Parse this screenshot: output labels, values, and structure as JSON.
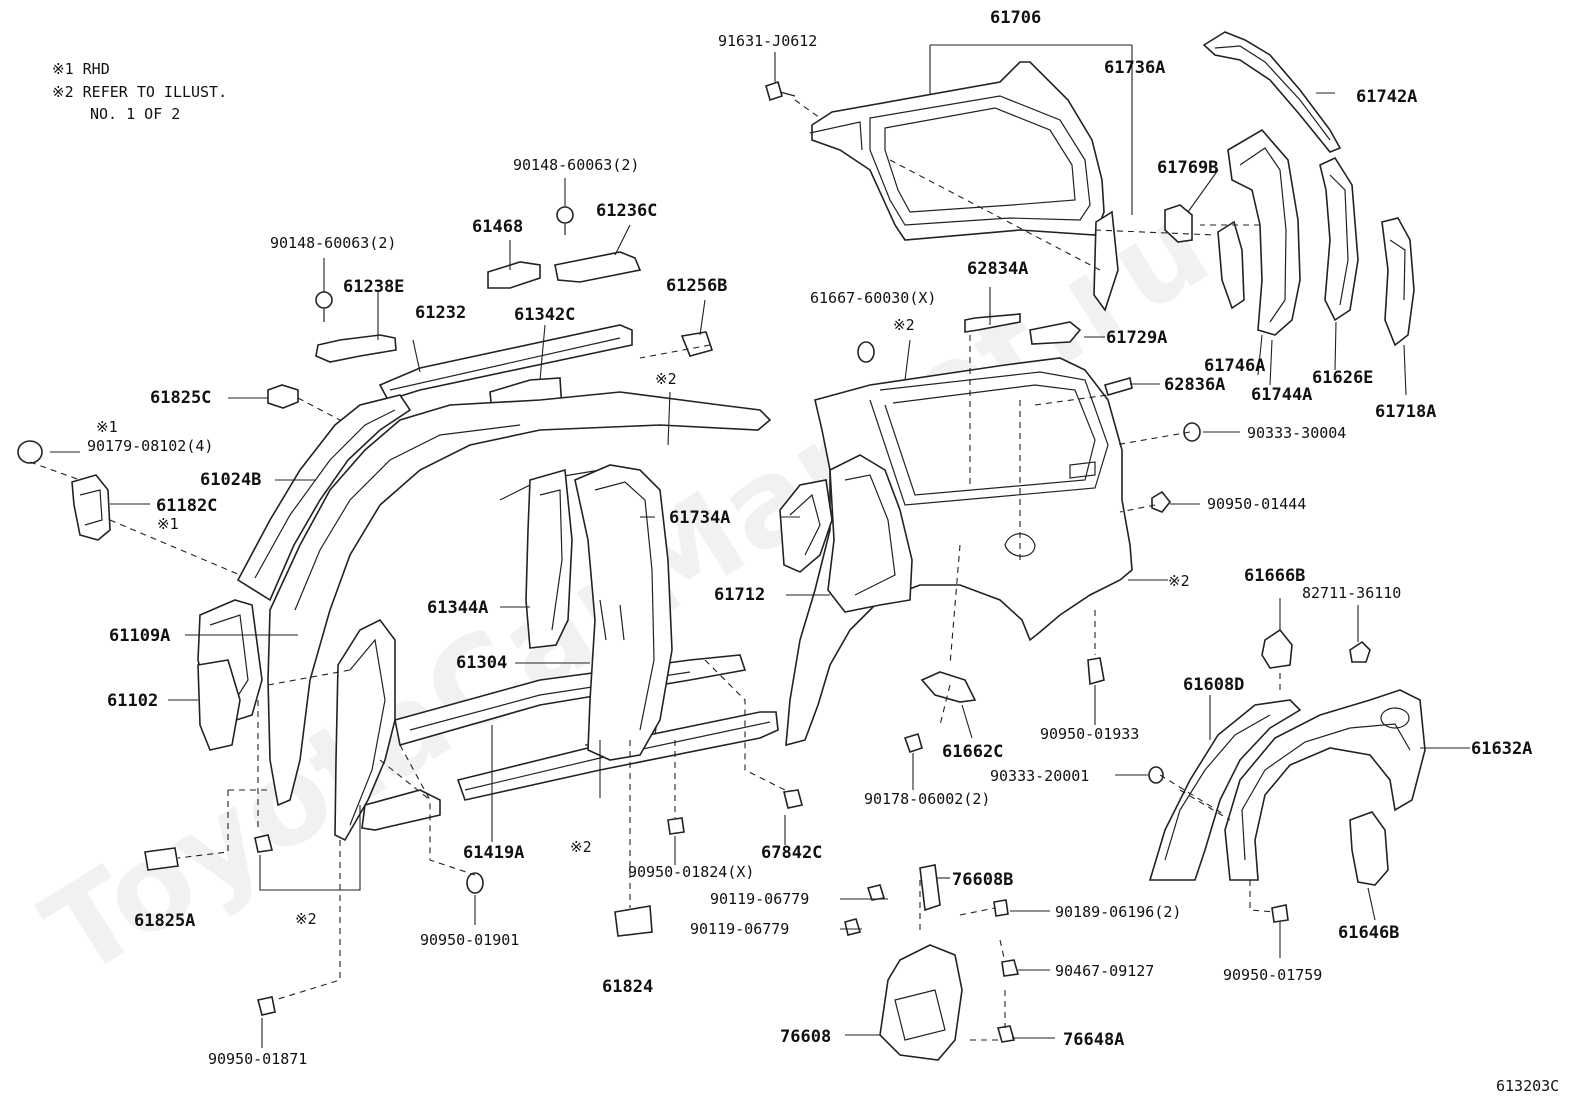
{
  "notes": [
    "※1 RHD",
    "※2 REFER TO ILLUST.",
    "NO. 1 OF 2"
  ],
  "watermark": "ToyotaCarMarket.ru",
  "figure_code": "613203C",
  "labels": {
    "p91631": "91631-J0612",
    "p61706": "61706",
    "p61736A": "61736A",
    "p61742A": "61742A",
    "p61769B": "61769B",
    "p90148a": "90148-60063(2)",
    "p61236C": "61236C",
    "p61468": "61468",
    "p90148b": "90148-60063(2)",
    "p61238E": "61238E",
    "p61232": "61232",
    "p61342C": "61342C",
    "p61256B": "61256B",
    "p61667": "61667-60030(X)",
    "p62834A": "62834A",
    "p61729A": "61729A",
    "p61746A": "61746A",
    "p61744A": "61744A",
    "p61626E": "61626E",
    "p61718A": "61718A",
    "p62836A": "62836A",
    "p61825C": "61825C",
    "n1a": "※1",
    "p90179": "90179-08102(4)",
    "p61024B": "61024B",
    "p61182C": "61182C",
    "n1b": "※1",
    "n2a": "※2",
    "n2b": "※2",
    "p90333a": "90333-30004",
    "p90950_1444": "90950-01444",
    "p61734A": "61734A",
    "p61712": "61712",
    "n2c": "※2",
    "p61666B": "61666B",
    "p82711": "82711-36110",
    "p61344A": "61344A",
    "p61109A": "61109A",
    "p61304": "61304",
    "p61102": "61102",
    "p61608D": "61608D",
    "p61632A": "61632A",
    "p61662C": "61662C",
    "p90950_1933": "90950-01933",
    "p90333b": "90333-20001",
    "p90178": "90178-06002(2)",
    "p61419A": "61419A",
    "n2d": "※2",
    "p67842C": "67842C",
    "p90950_1824": "90950-01824(X)",
    "p61825A": "61825A",
    "n2e": "※2",
    "p90950_1901": "90950-01901",
    "p76608B": "76608B",
    "p90119a": "90119-06779",
    "p90119b": "90119-06779",
    "p90189": "90189-06196(2)",
    "p61646B": "61646B",
    "p90467": "90467-09127",
    "p90950_1759": "90950-01759",
    "p61824": "61824",
    "p76608": "76608",
    "p76648A": "76648A",
    "p90950_1871": "90950-01871"
  }
}
